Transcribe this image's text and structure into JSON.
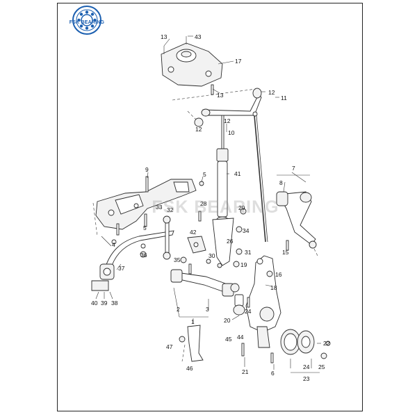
{
  "brand": {
    "logo_text": "FSK BEARING",
    "watermark_text": "FSK BEARING",
    "color": "#1b5fb0"
  },
  "callouts": [
    "13",
    "43",
    "17",
    "12",
    "11",
    "13",
    "12",
    "12",
    "10",
    "7",
    "41",
    "9",
    "8",
    "5",
    "28",
    "29",
    "33",
    "32",
    "5",
    "4",
    "42",
    "34",
    "26",
    "36",
    "35",
    "30",
    "31",
    "15",
    "37",
    "19",
    "16",
    "18",
    "2",
    "3",
    "1",
    "40",
    "39",
    "38",
    "24",
    "20",
    "22",
    "45",
    "44",
    "47",
    "46",
    "21",
    "24",
    "25",
    "6",
    "23"
  ]
}
